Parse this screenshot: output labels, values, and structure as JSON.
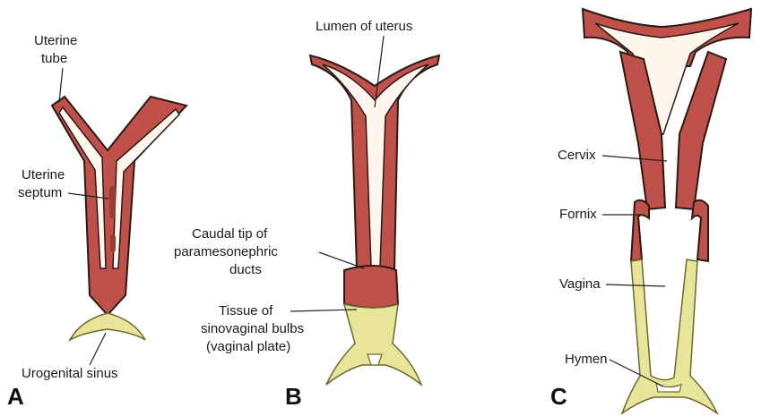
{
  "panels": {
    "a": {
      "letter": "A",
      "labels": {
        "uterine_tube_1": "Uterine",
        "uterine_tube_2": "tube",
        "uterine_septum_1": "Uterine",
        "uterine_septum_2": "septum",
        "urogenital_sinus": "Urogenital sinus"
      }
    },
    "b": {
      "letter": "B",
      "labels": {
        "lumen_of_uterus": "Lumen of uterus",
        "caudal_tip_1": "Caudal tip of",
        "caudal_tip_2": "paramesonephric",
        "caudal_tip_3": "ducts",
        "tissue_1": "Tissue of",
        "tissue_2": "sinovaginal bulbs",
        "tissue_3": "(vaginal plate)"
      }
    },
    "c": {
      "letter": "C",
      "labels": {
        "cervix": "Cervix",
        "fornix": "Fornix",
        "vagina": "Vagina",
        "hymen": "Hymen"
      }
    }
  },
  "colors": {
    "wall": "#c0504a",
    "lumen": "#fff6ee",
    "vaginal_tissue": "#e8e59a",
    "outline": "#2a1a16"
  }
}
